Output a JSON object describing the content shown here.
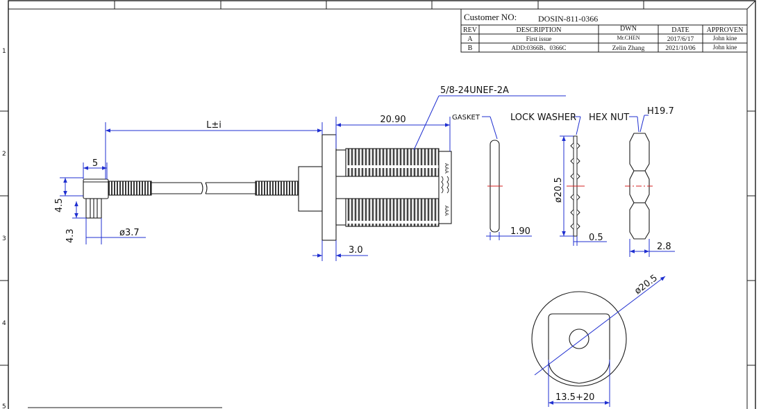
{
  "title_block": {
    "customer_label": "Customer NO:",
    "customer_no": "DOSIN-811-0366",
    "headers": [
      "REV",
      "DESCRIPTION",
      "DWN",
      "DATE",
      "APPROVEN"
    ],
    "rows": [
      {
        "rev": "A",
        "description": "First issue",
        "dwn": "Mr.CHEN",
        "date": "2017/6/17",
        "approved": "John kine"
      },
      {
        "rev": "B",
        "description": "ADD:0366B、0366C",
        "dwn": "Zelin Zhang",
        "date": "2021/10/06",
        "approved": "John kine"
      }
    ]
  },
  "row_markers": [
    "1",
    "2",
    "3",
    "4",
    "5"
  ],
  "dimensions": {
    "thread": "5/8-24UNEF-2A",
    "cable_length": "L±i",
    "thread_length": "20.90",
    "connector_offset": "5",
    "height_upper": "4.5",
    "height_lower": "4.3",
    "cable_diameter": "ø3.7",
    "flange_thickness": "3.0",
    "gasket_thickness": "1.90",
    "washer_diameter": "ø20.5",
    "washer_thickness": "0.5",
    "nut_hex": "H19.7",
    "nut_thickness": "2.8",
    "cutout_diameter": "ø20.5",
    "cutout_width": "13.5+20"
  },
  "labels": {
    "gasket": "GASKET",
    "lock_washer": "LOCK WASHER",
    "hex_nut": "HEX NUT"
  },
  "colors": {
    "line": "#1a1a1a",
    "dimension": "#1f2fd0",
    "centerline": "#d42020",
    "thread_fill": "#555555"
  }
}
